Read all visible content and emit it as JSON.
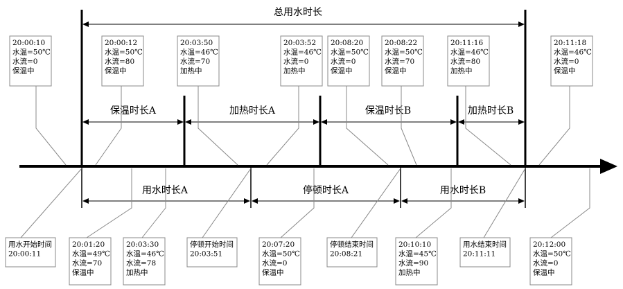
{
  "top_title": "总用水时长",
  "upper_spans": [
    {
      "id": "hold-a",
      "label": "保温时长A"
    },
    {
      "id": "heat-a",
      "label": "加热时长A"
    },
    {
      "id": "hold-b",
      "label": "保温时长B"
    },
    {
      "id": "heat-b",
      "label": "加热时长B"
    }
  ],
  "lower_spans": [
    {
      "id": "use-a",
      "label": "用水时长A"
    },
    {
      "id": "pause-a",
      "label": "停顿时长A"
    },
    {
      "id": "use-b",
      "label": "用水时长B"
    }
  ],
  "top_boxes": [
    {
      "lines": [
        "20:00:10",
        "水温=50℃",
        "水流=0",
        "保温中"
      ]
    },
    {
      "lines": [
        "20:00:12",
        "水温=50℃",
        "水流=80",
        "保温中"
      ]
    },
    {
      "lines": [
        "20:03:50",
        "水温=46℃",
        "水流=70",
        "加热中"
      ]
    },
    {
      "lines": [
        "20:03:52",
        "水温=46℃",
        "水流=0",
        "加热中"
      ]
    },
    {
      "lines": [
        "20:08:20",
        "水温=50℃",
        "水流=0",
        "保温中"
      ]
    },
    {
      "lines": [
        "20:08:22",
        "水温=50℃",
        "水流=70",
        "保温中"
      ]
    },
    {
      "lines": [
        "20:11:16",
        "水温=46℃",
        "水流=80",
        "加热中"
      ]
    },
    {
      "lines": [
        "20:11:18",
        "水温=46℃",
        "水流=0",
        "保温中"
      ]
    }
  ],
  "bottom_boxes": [
    {
      "lines": [
        "用水开始时间",
        "20:00:11"
      ]
    },
    {
      "lines": [
        "20:01:20",
        "水温=49℃",
        "水流=70",
        "保温中"
      ]
    },
    {
      "lines": [
        "20:03:30",
        "水温=46℃",
        "水流=78",
        "加热中"
      ]
    },
    {
      "lines": [
        "停顿开始时间",
        "20:03:51"
      ]
    },
    {
      "lines": [
        "20:07:20",
        "水温=50℃",
        "水流=0",
        "保温中"
      ]
    },
    {
      "lines": [
        "停顿结束时间",
        "20:08:21"
      ]
    },
    {
      "lines": [
        "20:10:10",
        "水温=45℃",
        "水流=90",
        "加热中"
      ]
    },
    {
      "lines": [
        "用水结束时间",
        "20:11:11"
      ]
    },
    {
      "lines": [
        "20:12:00",
        "水温=50℃",
        "水流=0",
        "保温中"
      ]
    }
  ]
}
